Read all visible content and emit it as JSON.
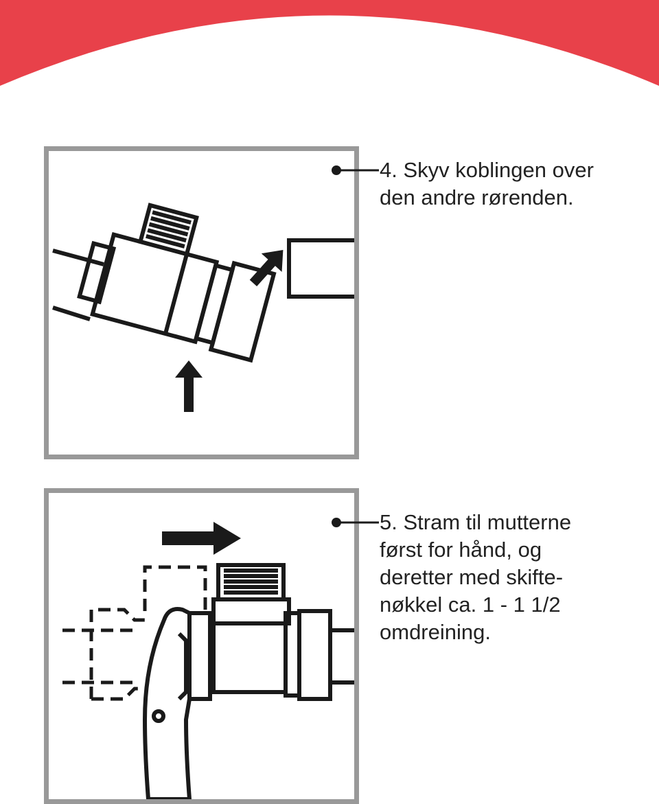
{
  "banner": {
    "color": "#e8414a"
  },
  "steps": [
    {
      "lines": [
        "4. Skyv koblingen over",
        "den andre rørenden."
      ],
      "illustration": "pipe-coupling-push-icon"
    },
    {
      "lines": [
        "5. Stram til mutterne",
        "først for hånd, og",
        "deretter med skifte-",
        "nøkkel ca. 1 - 1 1/2",
        "omdreining."
      ],
      "illustration": "wrench-tighten-icon"
    }
  ],
  "colors": {
    "frame": "#999999",
    "ink": "#1a1a1a",
    "text": "#222222"
  }
}
